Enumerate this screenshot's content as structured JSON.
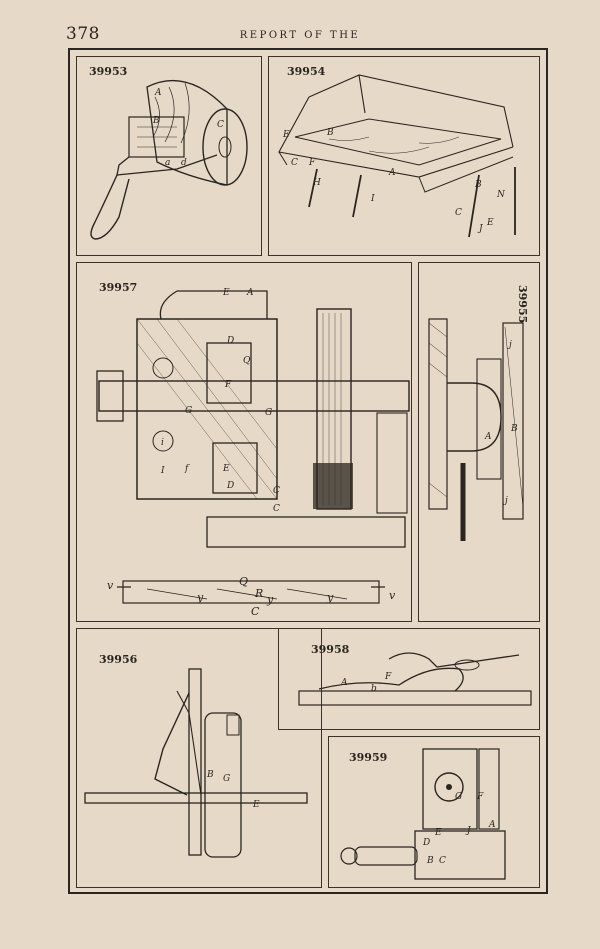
{
  "page": {
    "number": "378",
    "running_head": "REPORT OF THE"
  },
  "figures": [
    {
      "id": "39953",
      "letters": [
        "A",
        "B",
        "C",
        "a",
        "d"
      ]
    },
    {
      "id": "39954",
      "letters": [
        "B",
        "E",
        "C",
        "F",
        "H",
        "A",
        "I",
        "B",
        "N",
        "C",
        "E",
        "J"
      ]
    },
    {
      "id": "39957",
      "letters": [
        "E",
        "A",
        "D",
        "Q",
        "F",
        "G",
        "G",
        "E",
        "D",
        "C",
        "C",
        "I",
        "f",
        "i"
      ]
    },
    {
      "id": "39955",
      "letters": [
        "j",
        "A",
        "B",
        "j"
      ]
    },
    {
      "id": "39956",
      "letters": [
        "B",
        "G",
        "E"
      ]
    },
    {
      "id": "39958",
      "letters": [
        "A",
        "F",
        "b"
      ]
    },
    {
      "id": "39959",
      "letters": [
        "G",
        "F",
        "E",
        "J",
        "A",
        "D",
        "B",
        "C"
      ]
    }
  ],
  "detail_39957": {
    "letters": [
      "v",
      "Q",
      "R",
      "y",
      "y",
      "y",
      "C",
      "v"
    ]
  }
}
